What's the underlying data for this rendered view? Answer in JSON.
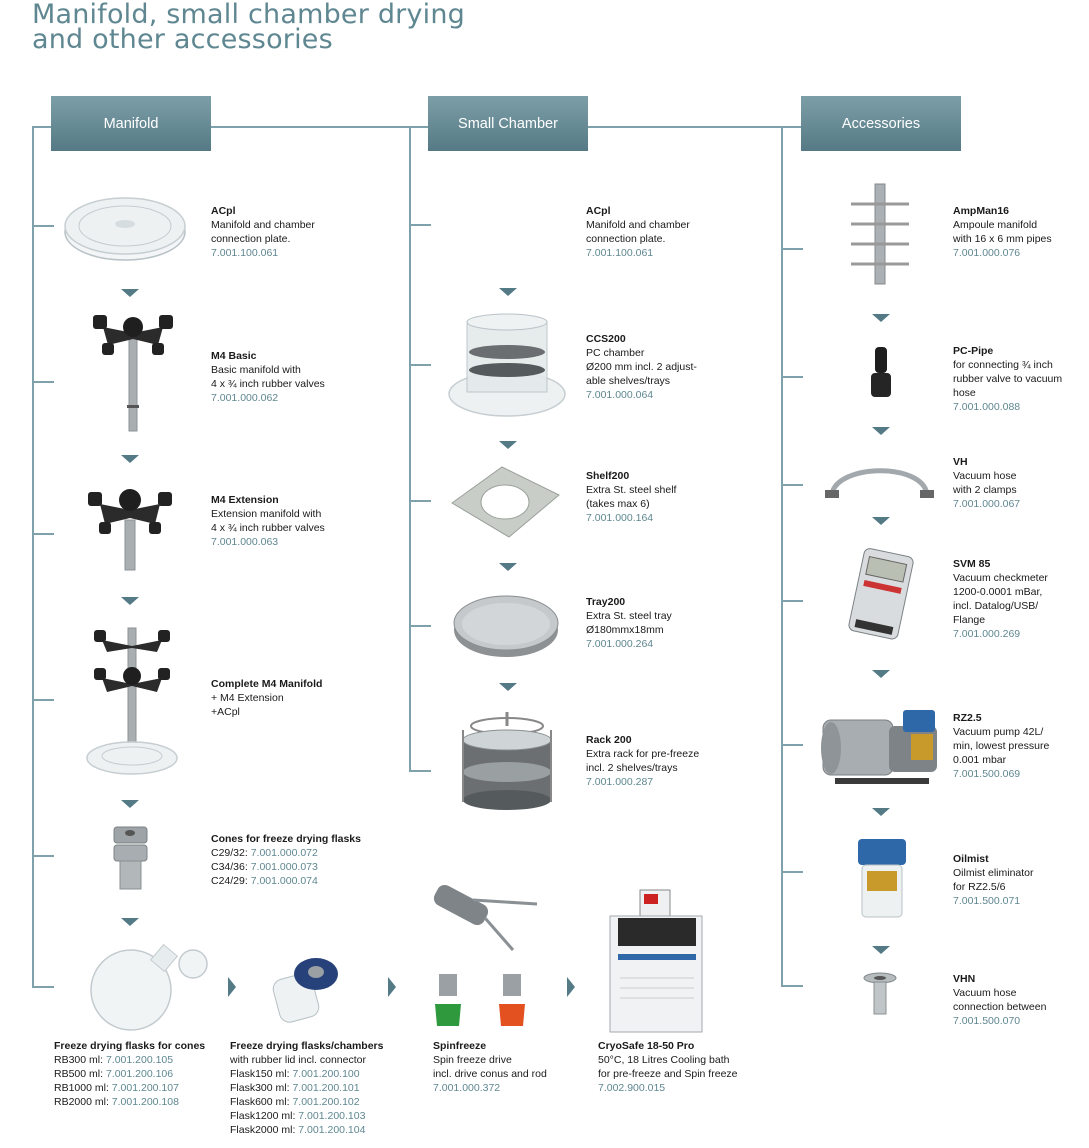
{
  "page": {
    "title_line1": "Manifold, small chamber drying",
    "title_line2": "and other accessories"
  },
  "headers": {
    "manifold": "Manifold",
    "small_chamber": "Small Chamber",
    "accessories": "Accessories"
  },
  "colors": {
    "accent": "#5f8791",
    "header": "#6a8f99",
    "line": "#7fa1ab"
  },
  "manifold_items": [
    {
      "name": "ACpl",
      "lines": [
        "Manifold and chamber",
        "connection plate."
      ],
      "code": "7.001.100.061"
    },
    {
      "name": "M4 Basic",
      "lines": [
        "Basic manifold with",
        "4 x ¾ inch rubber valves"
      ],
      "code": "7.001.000.062"
    },
    {
      "name": "M4 Extension",
      "lines": [
        "Extension manifold with",
        "4 x ¾ inch rubber valves"
      ],
      "code": "7.001.000.063"
    },
    {
      "name": "Complete M4 Manifold",
      "lines": [
        "+ M4 Extension",
        "+ACpl"
      ]
    },
    {
      "name": "Cones for freeze drying flasks",
      "pairs": [
        {
          "label": "C29/32:",
          "code": "7.001.000.072"
        },
        {
          "label": "C34/36:",
          "code": "7.001.000.073"
        },
        {
          "label": "C24/29:",
          "code": "7.001.000.074"
        }
      ]
    }
  ],
  "chamber_items": [
    {
      "name": "ACpl",
      "lines": [
        "Manifold and chamber",
        "connection plate."
      ],
      "code": "7.001.100.061"
    },
    {
      "name": "CCS200",
      "lines": [
        "PC chamber",
        "Ø200 mm incl. 2 adjust-",
        "able shelves/trays"
      ],
      "code": "7.001.000.064"
    },
    {
      "name": "Shelf200",
      "lines": [
        "Extra St. steel shelf",
        "(takes max 6)"
      ],
      "code": "7.001.000.164"
    },
    {
      "name": "Tray200",
      "lines": [
        "Extra St. steel tray",
        "Ø180mmx18mm"
      ],
      "code": "7.001.000.264"
    },
    {
      "name": "Rack 200",
      "lines": [
        "Extra rack for pre-freeze",
        "incl. 2 shelves/trays"
      ],
      "code": "7.001.000.287"
    }
  ],
  "accessory_items": [
    {
      "name": "AmpMan16",
      "lines": [
        "Ampoule manifold",
        "with 16 x 6 mm pipes"
      ],
      "code": "7.001.000.076"
    },
    {
      "name": "PC-Pipe",
      "lines": [
        "for connecting ¾ inch",
        "rubber valve to vacuum",
        "hose"
      ],
      "code": "7.001.000.088"
    },
    {
      "name": "VH",
      "lines": [
        "Vacuum hose",
        "with 2 clamps"
      ],
      "code": "7.001.000.067"
    },
    {
      "name": "SVM 85",
      "lines": [
        "Vacuum checkmeter",
        "1200-0.0001 mBar,",
        "incl. Datalog/USB/",
        "Flange"
      ],
      "code": "7.001.000.269"
    },
    {
      "name": "RZ2.5",
      "lines": [
        "Vacuum pump 42L/",
        "min, lowest pressure",
        "0.001 mbar"
      ],
      "code": "7.001.500.069"
    },
    {
      "name": "Oilmist",
      "lines": [
        "Oilmist eliminator",
        "for RZ2.5/6"
      ],
      "code": "7.001.500.071"
    },
    {
      "name": "VHN",
      "lines": [
        "Vacuum hose",
        "connection between"
      ],
      "code": "7.001.500.070"
    }
  ],
  "bottom_items": [
    {
      "name": "Freeze drying flasks for cones",
      "pairs": [
        {
          "label": "RB300 ml:",
          "code": "7.001.200.105"
        },
        {
          "label": "RB500 ml:",
          "code": "7.001.200.106"
        },
        {
          "label": "RB1000 ml:",
          "code": "7.001.200.107"
        },
        {
          "label": "RB2000 ml:",
          "code": "7.001.200.108"
        }
      ]
    },
    {
      "name": "Freeze drying flasks/chambers",
      "lines": [
        "with rubber lid incl. connector"
      ],
      "pairs": [
        {
          "label": "Flask150 ml:",
          "code": "7.001.200.100"
        },
        {
          "label": "Flask300 ml:",
          "code": "7.001.200.101"
        },
        {
          "label": "Flask600 ml:",
          "code": "7.001.200.102"
        },
        {
          "label": "Flask1200 ml:",
          "code": "7.001.200.103"
        },
        {
          "label": "Flask2000 ml:",
          "code": "7.001.200.104"
        }
      ]
    },
    {
      "name": "Spinfreeze",
      "lines": [
        "Spin freeze drive",
        "incl. drive conus and rod"
      ],
      "code": "7.001.000.372"
    },
    {
      "name": "CryoSafe 18-50 Pro",
      "lines": [
        "50°C, 18 Litres Cooling bath",
        "for pre-freeze and Spin freeze"
      ],
      "code": "7.002.900.015"
    }
  ],
  "icons": [
    "acpl-plate-image",
    "m4-basic-image",
    "m4-extension-image",
    "complete-m4-image",
    "cone-image",
    "ccs200-image",
    "shelf-image",
    "tray-image",
    "rack-image",
    "ampman-image",
    "pc-pipe-image",
    "vacuum-hose-image",
    "svm85-image",
    "pump-image",
    "oilmist-image",
    "vhn-image",
    "flask-image",
    "flask-chamber-image",
    "spinfreeze-image",
    "cryosafe-image"
  ]
}
